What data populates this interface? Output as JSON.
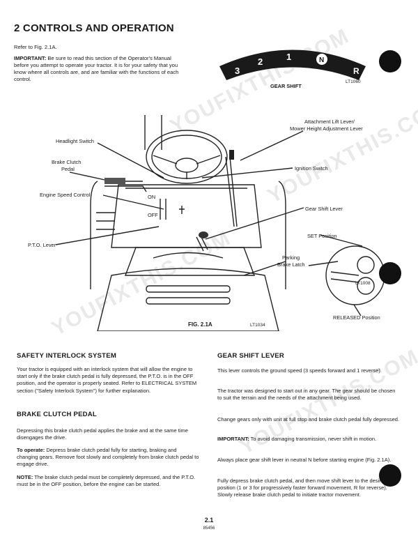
{
  "title": "2 CONTROLS AND OPERATION",
  "refer": "Refer to Fig. 2.1A.",
  "important_label": "IMPORTANT:",
  "important_text": " Be sure to read this section of the Operator's Manual before you attempt to operate your tractor. It is for your safety that you know where all controls are, and are familiar with the functions of each control.",
  "gear_panel": {
    "caption": "GEAR SHIFT",
    "code": "LT1060",
    "positions": [
      "3",
      "2",
      "1",
      "N",
      "R"
    ]
  },
  "figure": {
    "caption": "FIG. 2.1A",
    "code": "LT1034",
    "inset_code": "LT1008",
    "labels": {
      "attachment_lift": "Attachment Lift Lever/",
      "attachment_lift2": "Mower Height Adjustment Lever",
      "headlight": "Headlight Switch",
      "brake1": "Brake Clutch",
      "brake2": "Pedal",
      "ignition": "Ignition Switch",
      "engine_speed": "Engine Speed Control",
      "on": "ON",
      "off": "OFF",
      "gear_lever": "Gear Shift Lever",
      "pto": "P.T.O. Lever",
      "set_position": "SET Position",
      "parking1": "Parking",
      "parking2": "Brake Latch",
      "released": "RELEASED Position"
    }
  },
  "safety": {
    "heading": "SAFETY INTERLOCK SYSTEM",
    "text": "Your tractor is equipped with an interlock system that will allow the engine to start only if the brake clutch pedal is fully depressed, the P.T.O. is in the OFF position, and the operator is properly seated. Refer to ELECTRICAL SYSTEM section (\"Safety Interlock System\") for further explanation."
  },
  "brake": {
    "heading": "BRAKE CLUTCH PEDAL",
    "p1": "Depressing this brake clutch pedal applies the brake and at the same time disengages the drive.",
    "p2_label": "To operate:",
    "p2": " Depress brake clutch pedal fully for starting, braking and changing gears. Remove foot slowly and completely from brake clutch pedal to engage drive.",
    "p3_label": "NOTE:",
    "p3": " The brake clutch pedal must be completely depressed, and the P.T.O. must be in the OFF position, before the engine can be started."
  },
  "gear": {
    "heading": "GEAR SHIFT LEVER",
    "p1": "This lever controls the ground speed (3 speeds forward and 1 reverse).",
    "p2": "The tractor was designed to start out in any gear. The gear should be chosen to suit the terrain and the needs of the attachment being used.",
    "p3": "Change gears only with unit at full stop and brake clutch pedal fully depressed.",
    "p4_label": "IMPORTANT:",
    "p4": " To avoid damaging transmission, never shift in motion.",
    "p5": "Always place gear shift lever in neutral N before starting engine (Fig. 2.1A).",
    "p6": "Fully depress brake clutch pedal, and then move shift lever to the desired gear position (1 or 3 for progressively faster forward movement, R for reverse). Slowly release brake clutch pedal to initiate tractor movement."
  },
  "footer": {
    "page": "2.1",
    "code": "85456"
  },
  "watermark": "YOUFIXTHIS.COM"
}
